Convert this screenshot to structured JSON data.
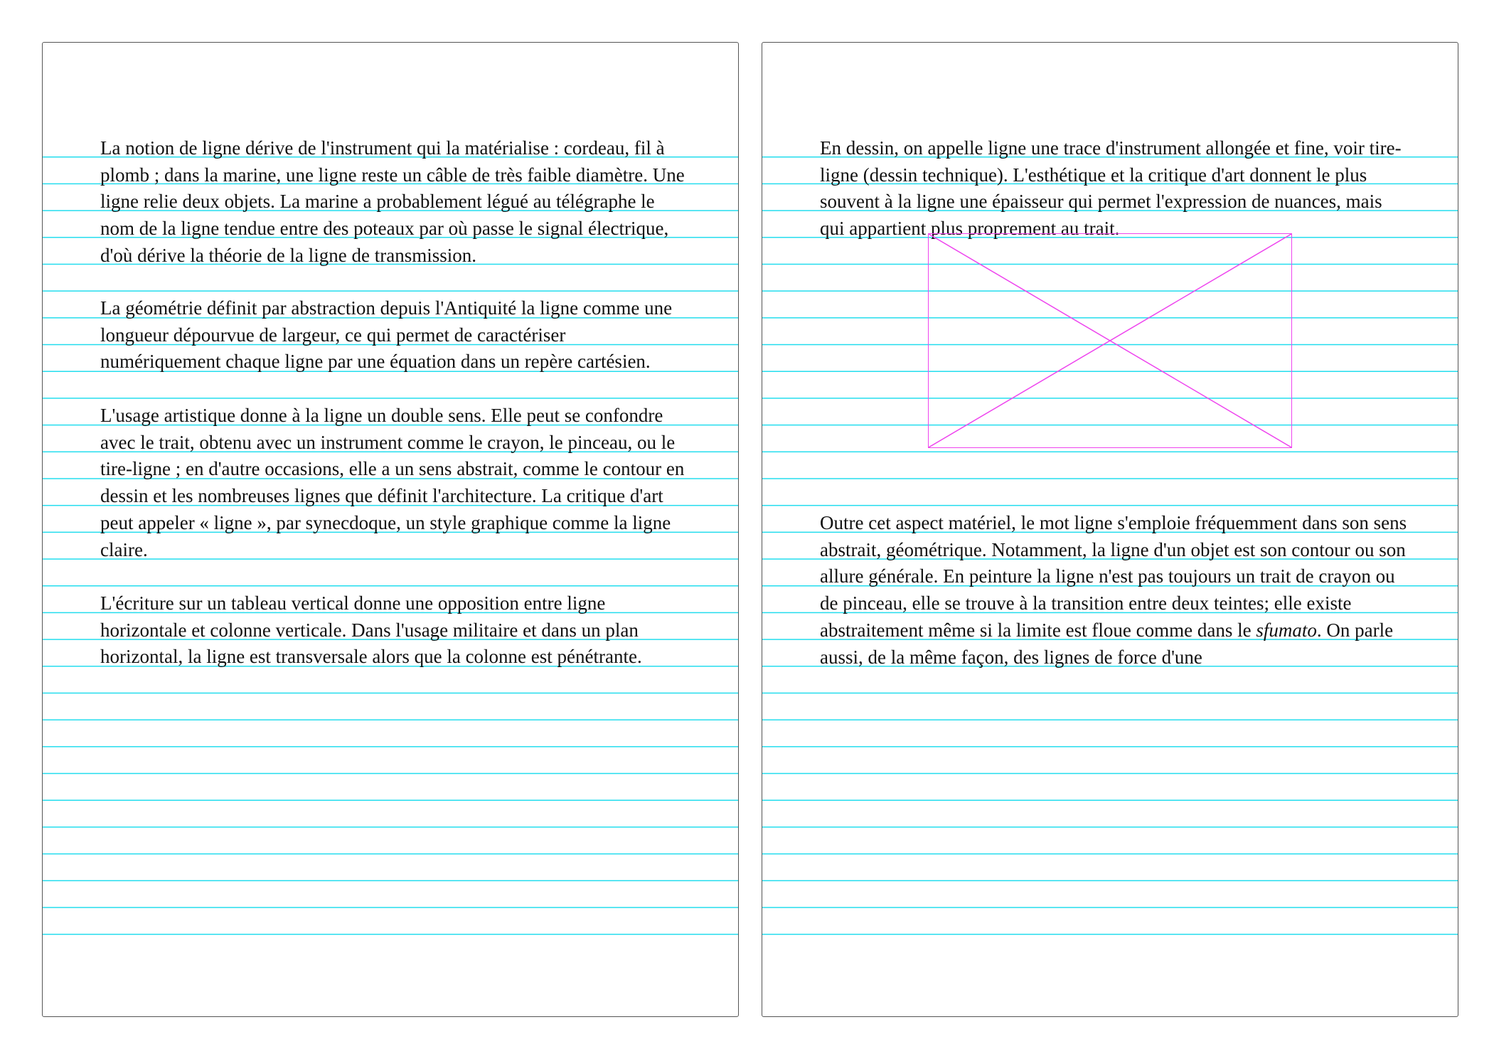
{
  "left_page": {
    "paragraphs": [
      "La notion de ligne dérive de l'instrument qui la matérialise : cordeau, fil à plomb ; dans la marine, une ligne reste un câble de très faible diamètre. Une ligne relie deux objets. La marine a probablement légué au télégraphe le nom de la ligne tendue entre des poteaux par où passe le signal électrique, d'où dérive la théorie de la ligne de transmission.",
      "La géométrie définit par abstraction depuis l'Antiquité la ligne comme une longueur dépourvue de largeur, ce qui permet de caractériser numériquement chaque ligne par une équation dans un repère cartésien.",
      "L'usage artistique donne à la ligne un double sens. Elle peut se confondre avec le trait, obtenu avec un instrument comme le crayon, le pinceau, ou le tire-ligne ; en d'autre occasions, elle a un sens abstrait, comme le contour en dessin et les nombreuses lignes que définit l'architecture. La critique d'art peut appeler « ligne », par synecdoque, un style graphique comme la ligne claire.",
      "L'écriture sur un tableau vertical donne une opposition entre ligne horizontale et colonne verticale. Dans l'usage militaire et dans un plan horizontal, la ligne est transversale alors que la colonne est pénétrante."
    ]
  },
  "right_page": {
    "paragraph_top": "En dessin, on appelle ligne une trace d'instrument allongée et fine, voir tire-ligne (dessin technique). L'esthétique et la critique d'art donnent le plus souvent à la ligne une épaisseur qui permet l'expression de nuances, mais qui appartient plus proprement au trait.",
    "paragraph_bottom_start": "Outre cet aspect matériel, le mot ligne s'emploie fréquemment dans son sens abstrait, géométrique. Notamment, la ligne d'un objet est son contour ou son allure générale. En peinture la ligne n'est pas toujours un trait de crayon ou de pinceau, elle se trouve à la transition entre deux teintes; elle existe abstraitement même si la limite est floue comme dans le ",
    "paragraph_bottom_italic": "sfumato",
    "paragraph_bottom_end": ". On parle aussi, de la même façon, des lignes de force d'une"
  },
  "colors": {
    "baseline_grid": "#22ddee",
    "image_frame": "#ee44ee",
    "page_border": "#555555",
    "text": "#111111"
  }
}
